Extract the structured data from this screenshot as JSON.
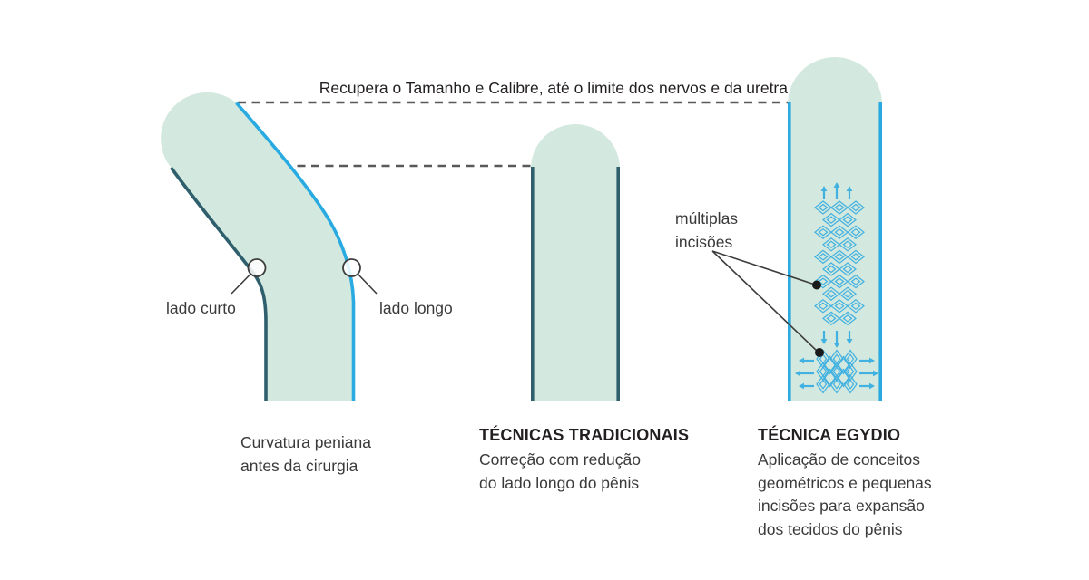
{
  "annotations": {
    "top_note": "Recupera o Tamanho e Calibre, até o limite dos nervos e da uretra",
    "label_short_side": "lado curto",
    "label_long_side": "lado longo",
    "label_incisions": "múltiplas\nincisões"
  },
  "panels": {
    "before": {
      "caption": "Curvatura peniana\nantes da cirurgia"
    },
    "traditional": {
      "title": "TÉCNICAS TRADICIONAIS",
      "caption": "Correção com redução\ndo lado longo do pênis"
    },
    "egydio": {
      "title": "TÉCNICA EGYDIO",
      "caption": "Aplicação de conceitos\ngeométricos e pequenas\nincisões para expansão\ndos tecidos do pênis"
    }
  },
  "figure": {
    "incision_pattern": "diamond-mesh",
    "expansion_arrow_directions": [
      "up",
      "down",
      "left",
      "right"
    ]
  },
  "colors": {
    "fill_mint": "#d3e8de",
    "stroke_dark_teal": "#2f5f6d",
    "stroke_cyan": "#29abe2",
    "pattern_cyan": "#41b1e1",
    "dashed_line": "#58595b",
    "pointer_line": "#3d3d3d",
    "dot_black": "#1a1a1a",
    "text_dark": "#231f20",
    "text_body": "#3a3a3a"
  }
}
